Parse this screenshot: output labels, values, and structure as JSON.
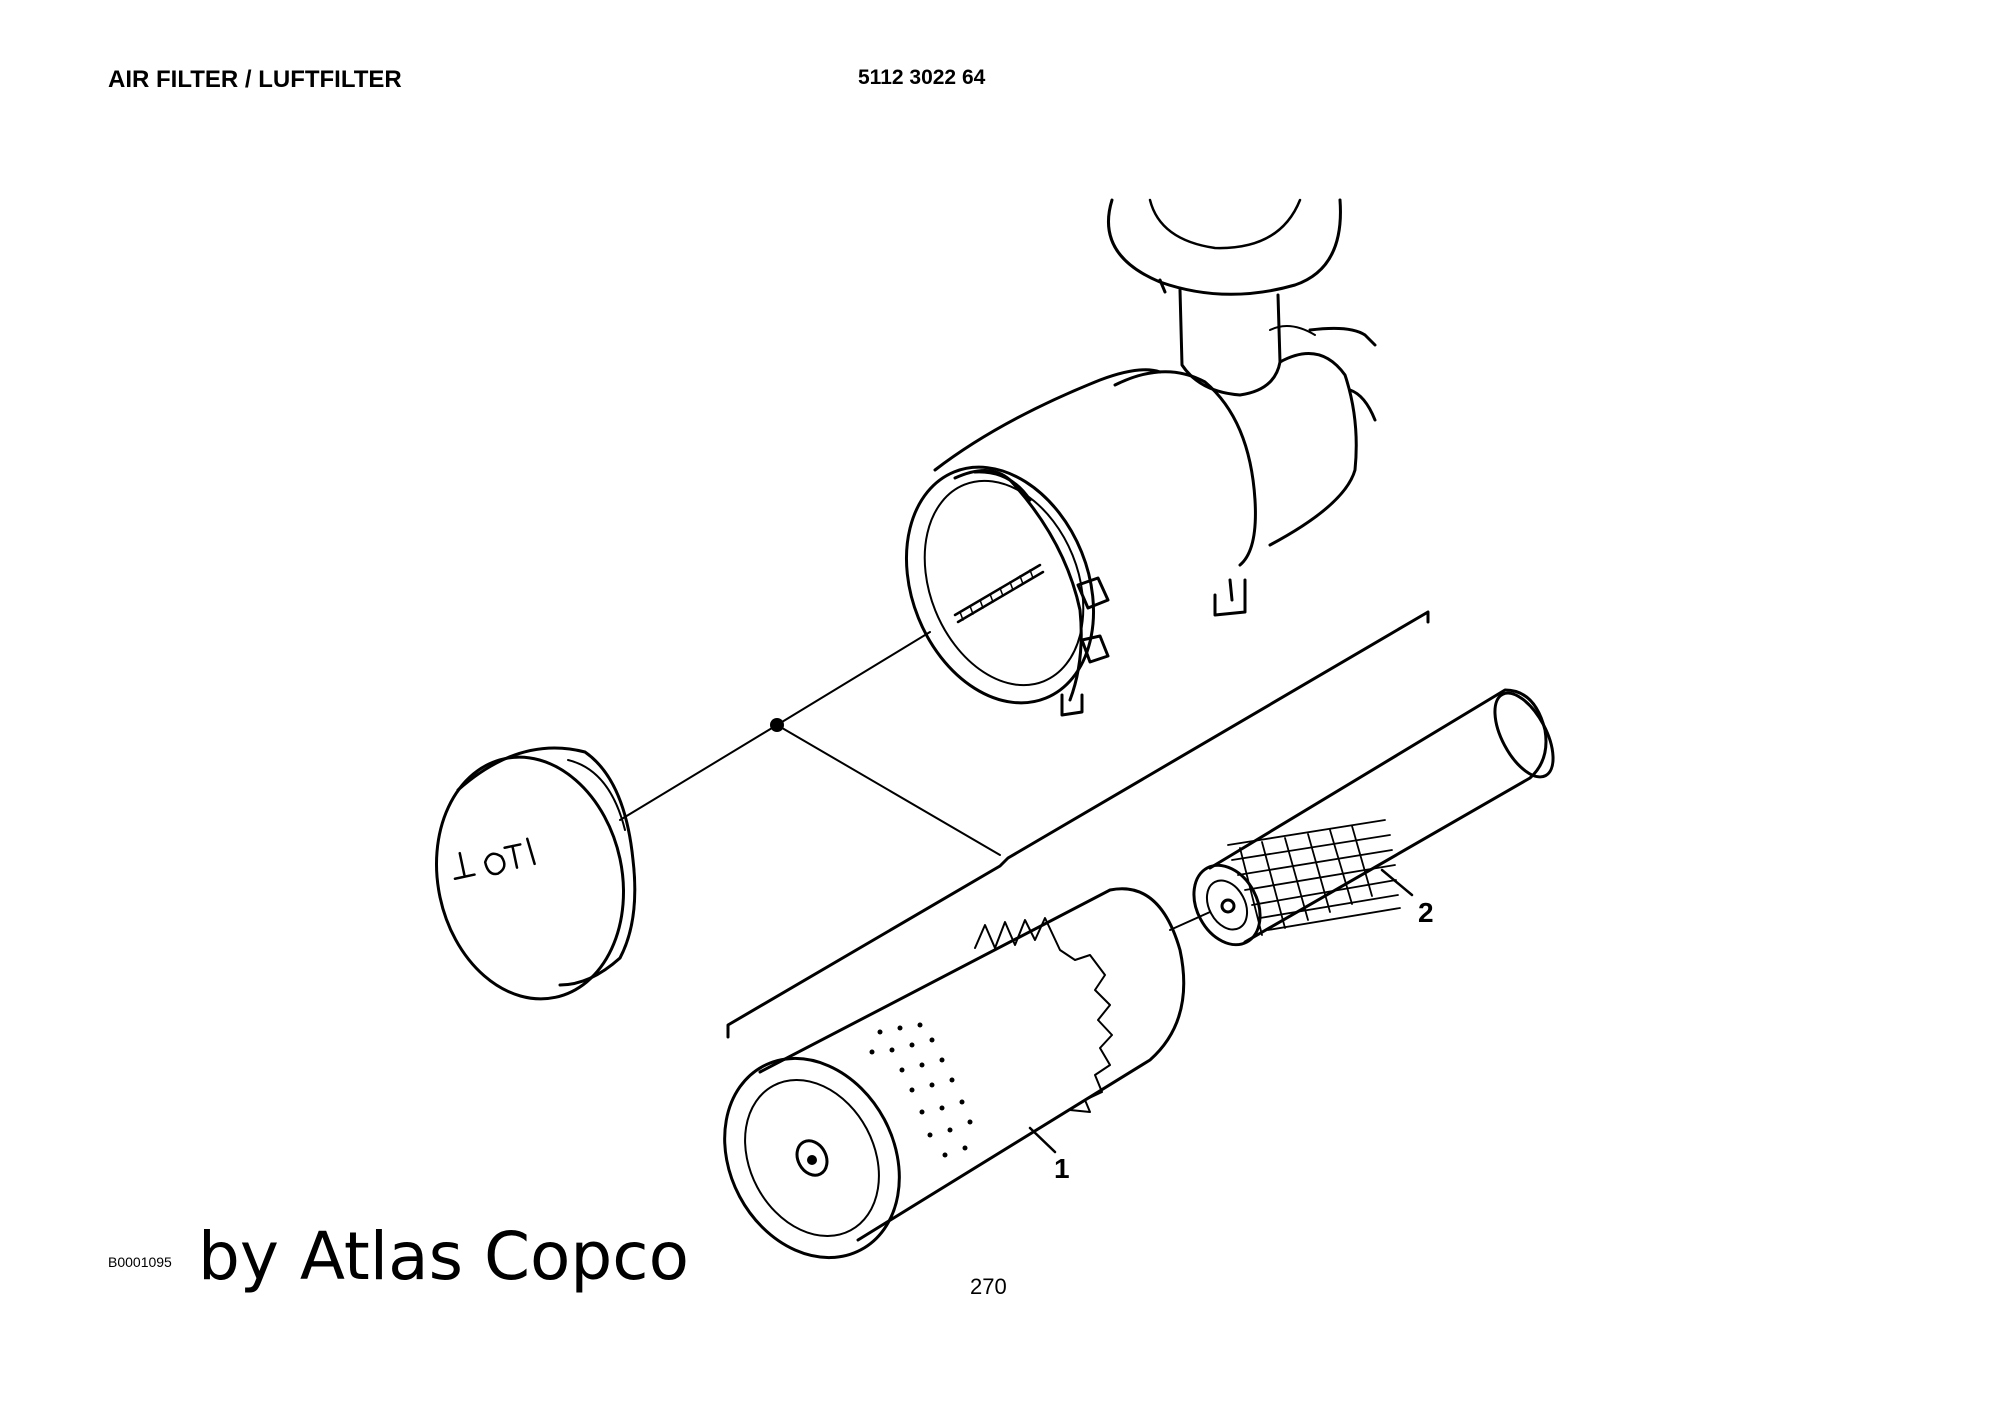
{
  "header": {
    "title": "AIR FILTER / LUFTFILTER",
    "part_number": "5112 3022 64"
  },
  "diagram": {
    "callouts": {
      "part_1": "1",
      "part_2": "2"
    },
    "cap_lettering": "⊥OT"
  },
  "footer": {
    "drawing_code": "B0001095",
    "brand": "by Atlas Copco",
    "page_number": "270"
  }
}
